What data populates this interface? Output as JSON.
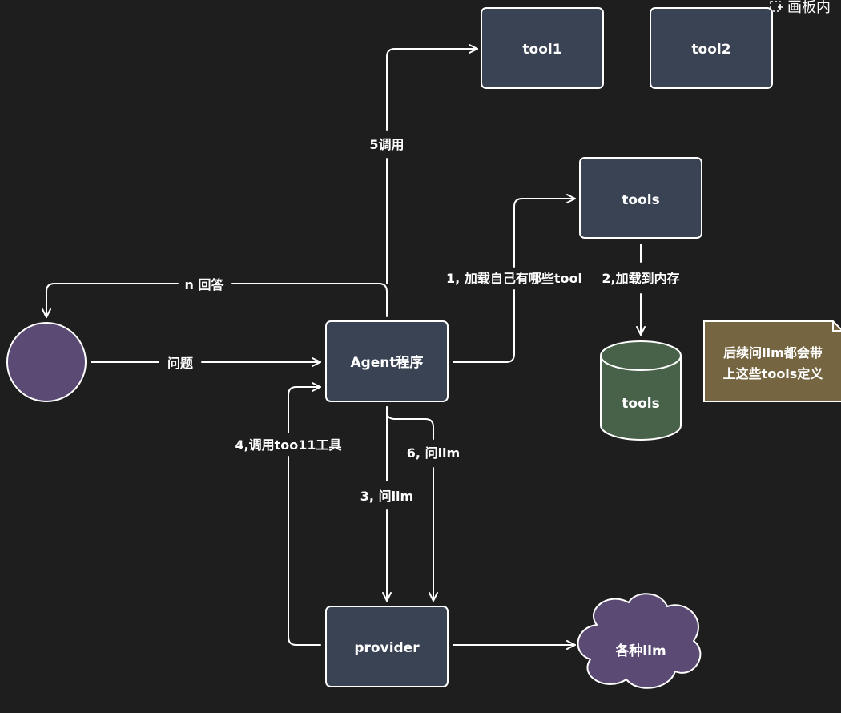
{
  "toolbar": {
    "hint": "画板内"
  },
  "nodes": {
    "user": {
      "label": ""
    },
    "agent": {
      "label": "Agent程序"
    },
    "tool1": {
      "label": "tool1"
    },
    "tool2": {
      "label": "tool2"
    },
    "tools_box": {
      "label": "tools"
    },
    "tools_db": {
      "label": "tools"
    },
    "provider": {
      "label": "provider"
    },
    "llm_cloud": {
      "label": "各种llm"
    }
  },
  "note": {
    "line1": "后续问llm都会带",
    "line2": "上这些tools定义"
  },
  "edges": {
    "question": "问题",
    "answer": "n 回答",
    "load_tools": "1, 加载自己有哪些tool",
    "load_memory": "2,加载到内存",
    "ask_llm_3": "3, 问llm",
    "call_tool_4": "4,调用too11工具",
    "invoke_5": "5调用",
    "ask_llm_6": "6, 问llm"
  },
  "colors": {
    "background": "#1e1e1e",
    "box_fill": "#3a4354",
    "stroke": "#ffffff",
    "user_fill": "#5b4a73",
    "db_fill": "#48624a",
    "note_fill": "#756540",
    "cloud_fill": "#5b4a73"
  }
}
